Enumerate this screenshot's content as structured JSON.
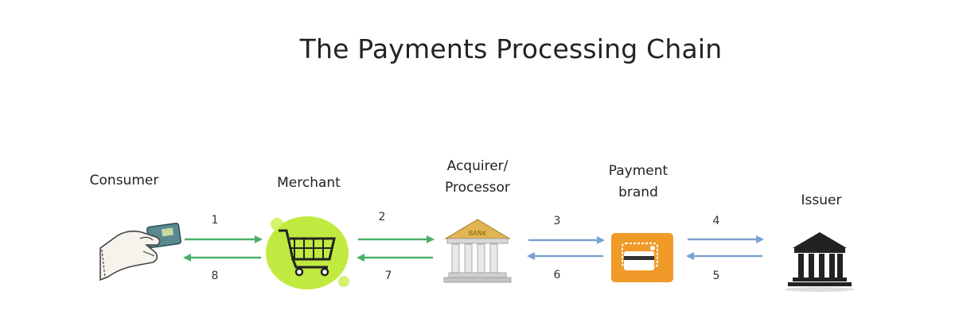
{
  "title": "The Payments Processing Chain",
  "nodes": [
    {
      "id": "consumer",
      "label": "Consumer",
      "icon": "hand-with-card-icon"
    },
    {
      "id": "merchant",
      "label": "Merchant",
      "icon": "shopping-cart-icon"
    },
    {
      "id": "acquirer",
      "label": "Acquirer/ Processor",
      "label_line1": "Acquirer/",
      "label_line2": "Processor",
      "icon": "gold-bank-building-icon",
      "icon_text": "BANK"
    },
    {
      "id": "payment_brand",
      "label": "Payment brand",
      "label_line1": "Payment",
      "label_line2": "brand",
      "icon": "card-logo-icon"
    },
    {
      "id": "issuer",
      "label": "Issuer",
      "icon": "bank-building-icon"
    }
  ],
  "steps": {
    "s1": "1",
    "s2": "2",
    "s3": "3",
    "s4": "4",
    "s5": "5",
    "s6": "6",
    "s7": "7",
    "s8": "8"
  },
  "colors": {
    "green_arrow": "#4caf6a",
    "blue_arrow": "#7aa2cf",
    "merchant_glow": "#b5e61d",
    "brand_tile": "#f09a2a",
    "bank_gold": "#e0b552"
  }
}
